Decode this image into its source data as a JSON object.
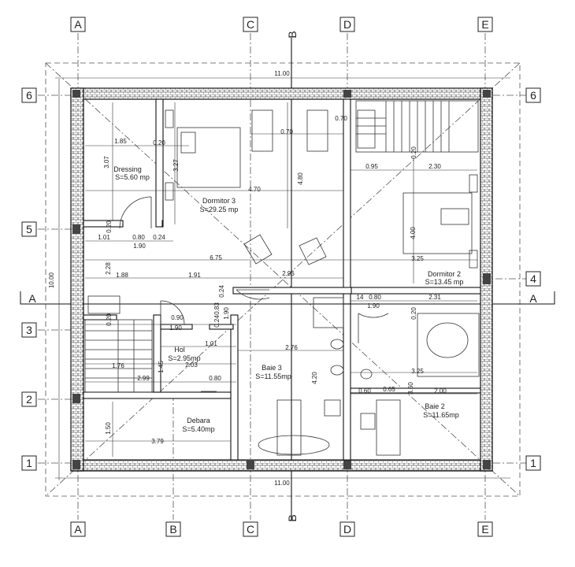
{
  "columns": [
    "A",
    "B",
    "C",
    "D",
    "E"
  ],
  "rows": [
    "1",
    "2",
    "3",
    "4",
    "5",
    "6"
  ],
  "section_marks": {
    "vertical": "B",
    "horizontal": "A"
  },
  "overall": {
    "width": "11.00",
    "height": "10.00"
  },
  "rooms": {
    "dressing": {
      "name": "Dressing",
      "area": "S=5.60 mp"
    },
    "dormitor3": {
      "name": "Dormitor 3",
      "area": "S=29.25 mp"
    },
    "dormitor2": {
      "name": "Dormitor 2",
      "area": "S=13.45 mp"
    },
    "hol": {
      "name": "Hol",
      "area": "S=2.95mp"
    },
    "baie3": {
      "name": "Baie 3",
      "area": "S=11.55mp"
    },
    "baie2": {
      "name": "Baie 2",
      "area": "S=11.65mp"
    },
    "debara": {
      "name": "Debara",
      "area": "S=5.40mp"
    }
  },
  "dims": {
    "d185": "1.85",
    "d020a": "0.20",
    "d307": "3.07",
    "d327": "3.27",
    "d070a": "0.70",
    "d070b": "0.70",
    "d480": "4.80",
    "d470": "4.70",
    "d020b": "0.20",
    "d095": "0.95",
    "d230": "2.30",
    "d400": "4.00",
    "d325a": "3.25",
    "d020c": "0.20",
    "d101a": "1.01",
    "d080a": "0.80",
    "d024a": "0.24",
    "d190a": "1.90",
    "d675": "6.75",
    "d228": "2.28",
    "d188": "1.88",
    "d191": "1.91",
    "d296": "2.96",
    "d014": "14",
    "d080b": "0.80",
    "d231": "2.31",
    "d190b": "1.90",
    "d020d": "0.20",
    "d090": "0.90",
    "d190c": "1.90",
    "d024b": "0.24",
    "d083": "0.83",
    "d190d": "1.90",
    "d024c": "0.24",
    "d101b": "1.01",
    "d276": "2.76",
    "d145": "1.45",
    "d203": "2.03",
    "d176": "1.76",
    "d299": "2.99",
    "d080c": "0.80",
    "d420": "4.20",
    "d325b": "3.25",
    "d060": "0.60",
    "d065": "0.65",
    "d360": "3.60",
    "d200": "2.00",
    "d150": "1.50",
    "d379": "3.79"
  }
}
